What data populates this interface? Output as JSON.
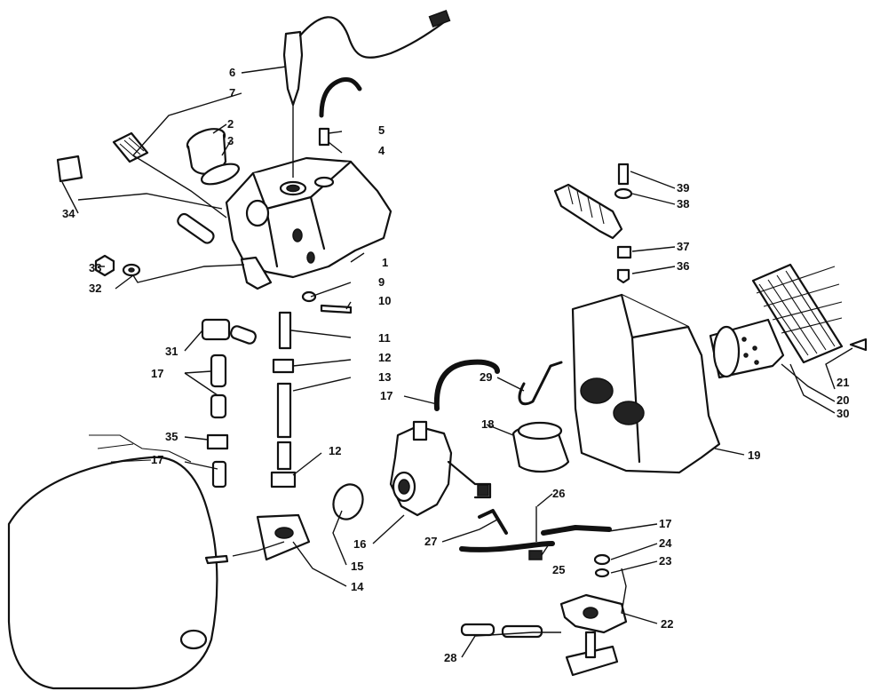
{
  "diagram": {
    "callouts": [
      {
        "id": "c1",
        "text": "1"
      },
      {
        "id": "c2",
        "text": "2"
      },
      {
        "id": "c3",
        "text": "3"
      },
      {
        "id": "c4",
        "text": "4"
      },
      {
        "id": "c5",
        "text": "5"
      },
      {
        "id": "c6",
        "text": "6"
      },
      {
        "id": "c7",
        "text": "7"
      },
      {
        "id": "c9",
        "text": "9"
      },
      {
        "id": "c10",
        "text": "10"
      },
      {
        "id": "c11",
        "text": "11"
      },
      {
        "id": "c12a",
        "text": "12"
      },
      {
        "id": "c12b",
        "text": "12"
      },
      {
        "id": "c13",
        "text": "13"
      },
      {
        "id": "c14",
        "text": "14"
      },
      {
        "id": "c15",
        "text": "15"
      },
      {
        "id": "c16",
        "text": "16"
      },
      {
        "id": "c17a",
        "text": "17"
      },
      {
        "id": "c17b",
        "text": "17"
      },
      {
        "id": "c17c",
        "text": "17"
      },
      {
        "id": "c17d",
        "text": "17"
      },
      {
        "id": "c18",
        "text": "18"
      },
      {
        "id": "c19",
        "text": "19"
      },
      {
        "id": "c20",
        "text": "20"
      },
      {
        "id": "c21",
        "text": "21"
      },
      {
        "id": "c22",
        "text": "22"
      },
      {
        "id": "c23",
        "text": "23"
      },
      {
        "id": "c24",
        "text": "24"
      },
      {
        "id": "c25",
        "text": "25"
      },
      {
        "id": "c26",
        "text": "26"
      },
      {
        "id": "c27",
        "text": "27"
      },
      {
        "id": "c28",
        "text": "28"
      },
      {
        "id": "c29",
        "text": "29"
      },
      {
        "id": "c30",
        "text": "30"
      },
      {
        "id": "c31",
        "text": "31"
      },
      {
        "id": "c32",
        "text": "32"
      },
      {
        "id": "c33",
        "text": "33"
      },
      {
        "id": "c34",
        "text": "34"
      },
      {
        "id": "c35",
        "text": "35"
      },
      {
        "id": "c36",
        "text": "36"
      },
      {
        "id": "c37",
        "text": "37"
      },
      {
        "id": "c38",
        "text": "38"
      },
      {
        "id": "c39",
        "text": "39"
      }
    ]
  }
}
